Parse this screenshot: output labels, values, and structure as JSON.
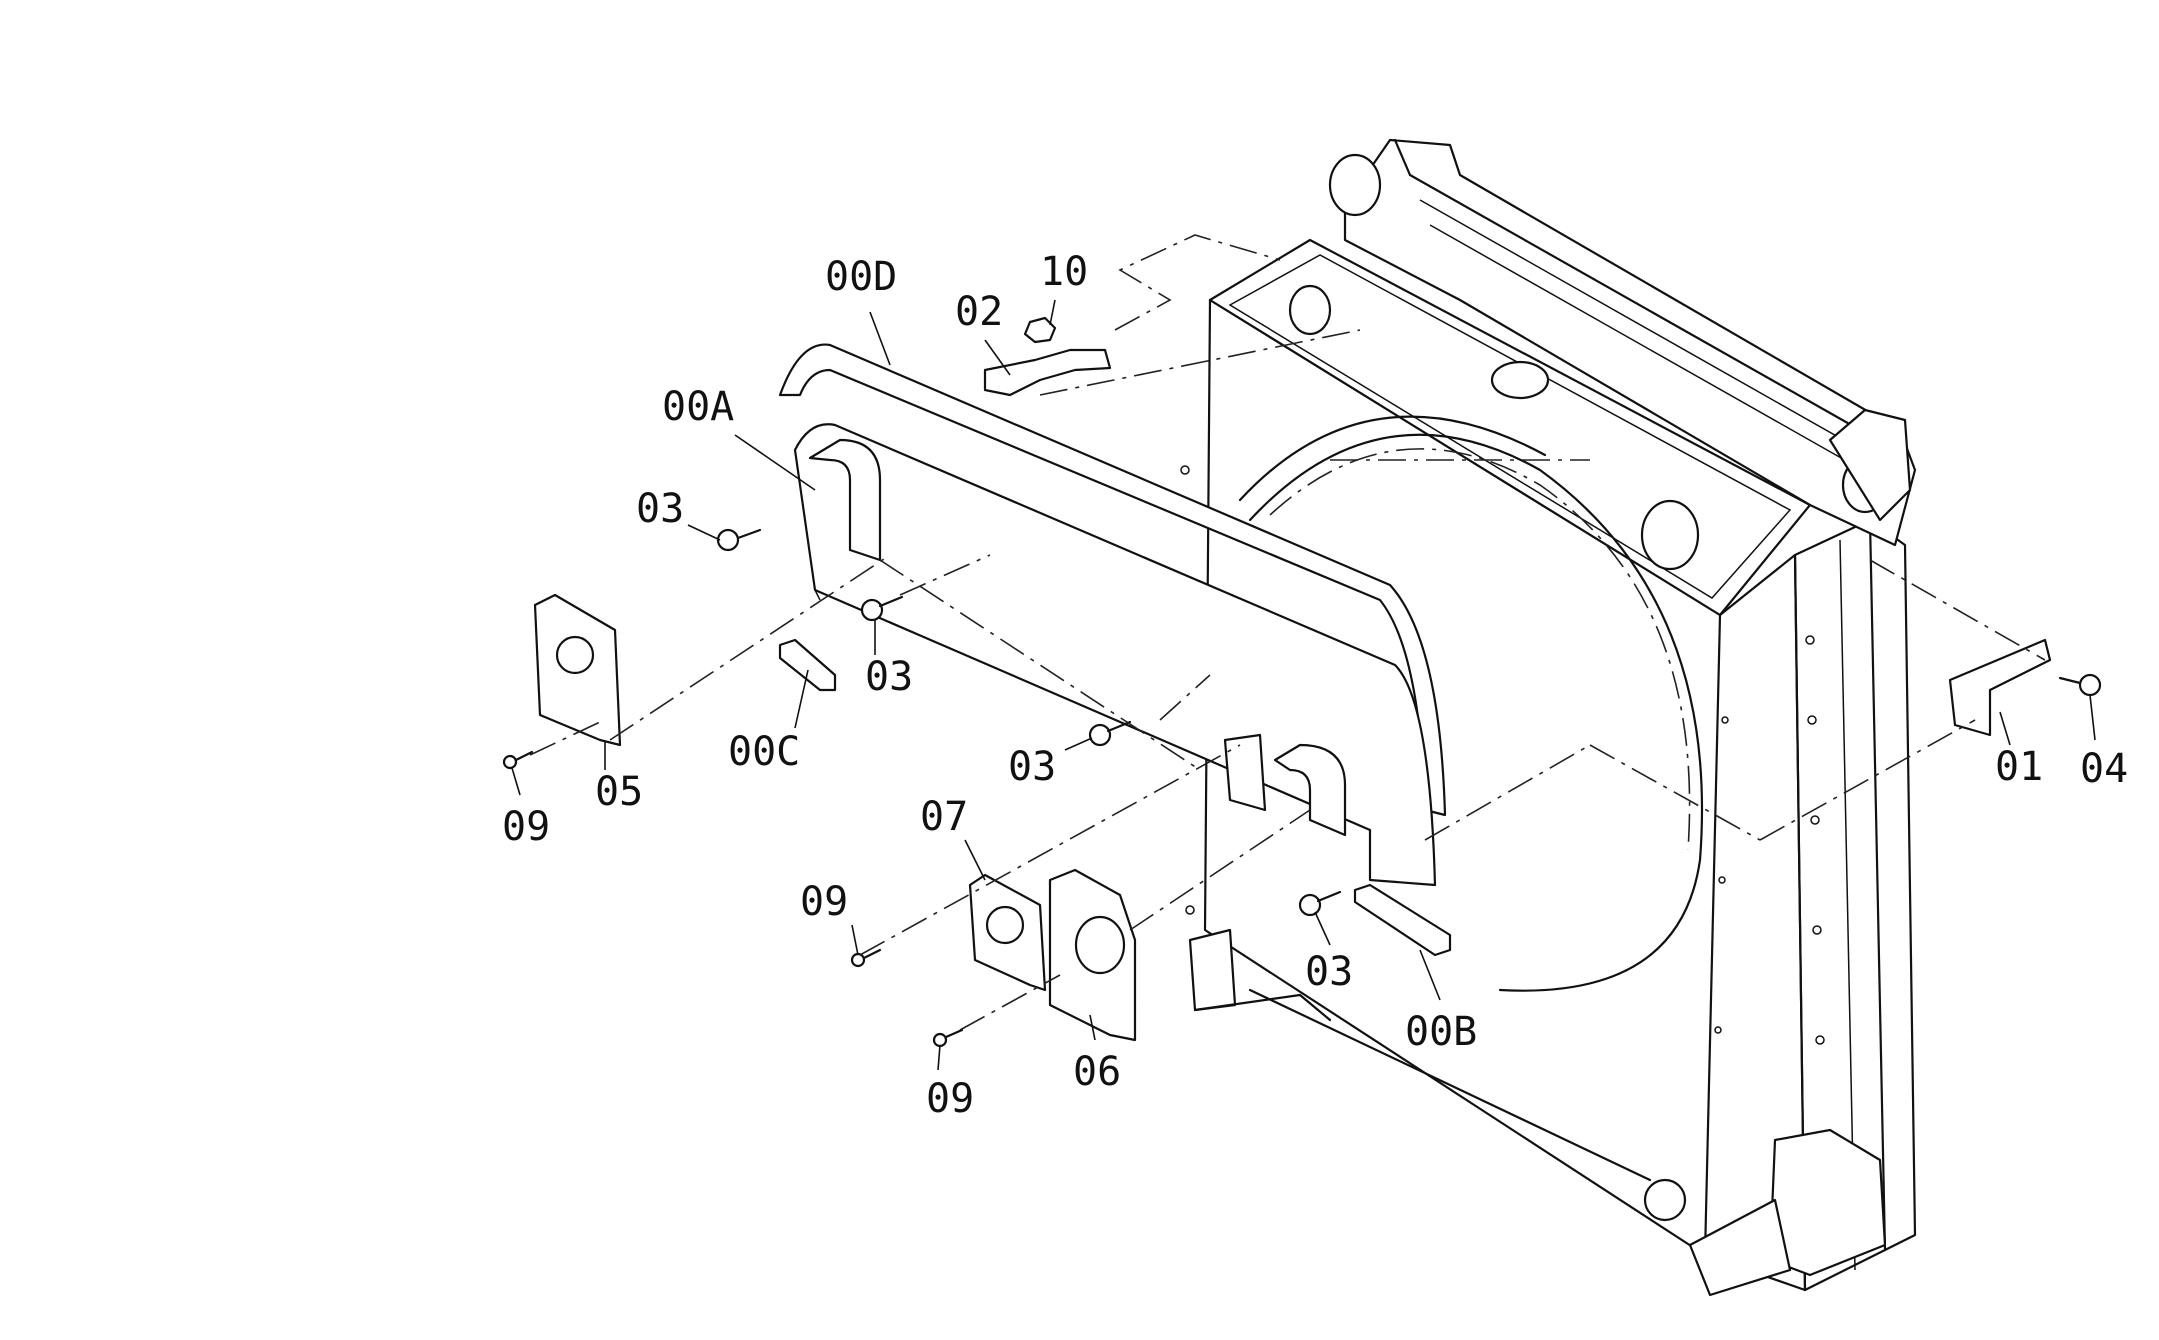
{
  "diagram": {
    "labels": {
      "l00D": "00D",
      "l10": "10",
      "l02": "02",
      "l00A": "00A",
      "l03a": "03",
      "l03b": "03",
      "l03c": "03",
      "l03d": "03",
      "l00C": "00C",
      "l05": "05",
      "l09a": "09",
      "l09b": "09",
      "l09c": "09",
      "l07": "07",
      "l06": "06",
      "l00B": "00B",
      "l01": "01",
      "l04": "04"
    }
  }
}
